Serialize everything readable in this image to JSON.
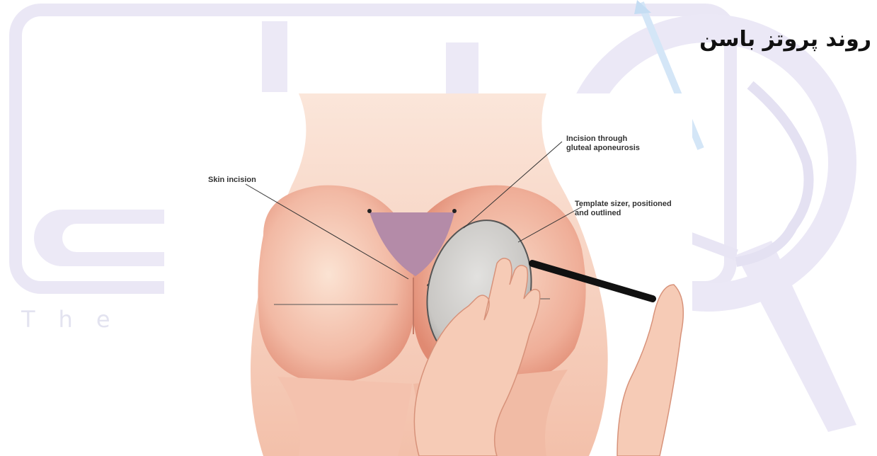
{
  "page": {
    "title": "روند پروتز باسن"
  },
  "watermark": {
    "tagline": "The S                                   y",
    "color": "#e6e3f3"
  },
  "illustration": {
    "skin_tone": "#f2b9a4",
    "implant_color": "#c9c7c4",
    "zone_color": "#b48ba8",
    "labels": {
      "skin_incision": "Skin incision",
      "aponeurosis_line1": "Incision through",
      "aponeurosis_line2": "gluteal aponeurosis",
      "template_line1": "Template sizer, positioned",
      "template_line2": "and outlined"
    }
  }
}
